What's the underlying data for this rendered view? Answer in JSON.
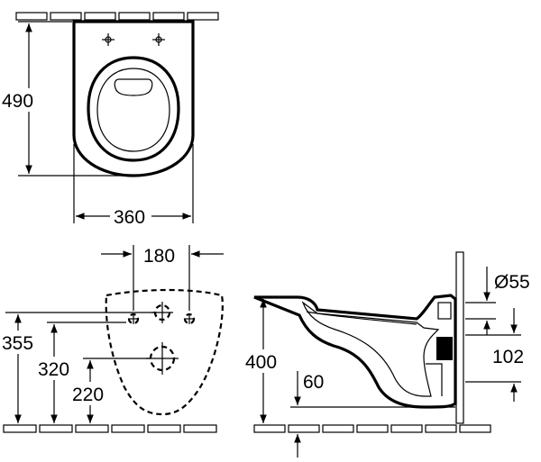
{
  "top_view": {
    "depth_label": "490",
    "width_label": "360"
  },
  "rear_view": {
    "spacing_label": "180",
    "height_355": "355",
    "height_320": "320",
    "height_220": "220"
  },
  "side_view": {
    "height_400": "400",
    "offset_60": "60",
    "diameter_label": "Ø55",
    "height_102": "102"
  },
  "colors": {
    "line": "#000000",
    "background": "#ffffff"
  }
}
